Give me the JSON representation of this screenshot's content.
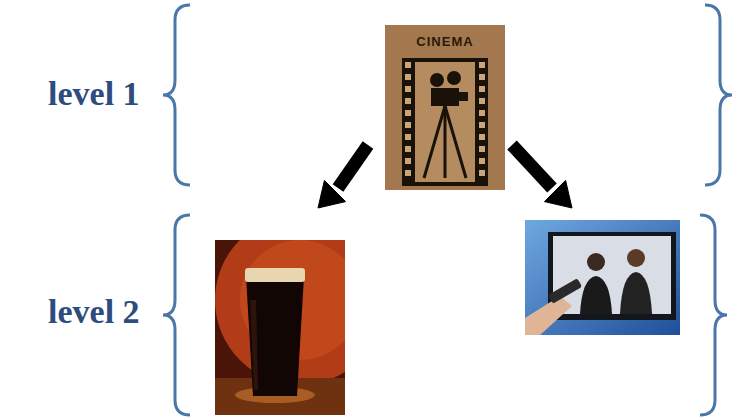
{
  "diagram": {
    "labels": [
      "level 1",
      "CINEMA",
      "level 2"
    ]
  }
}
